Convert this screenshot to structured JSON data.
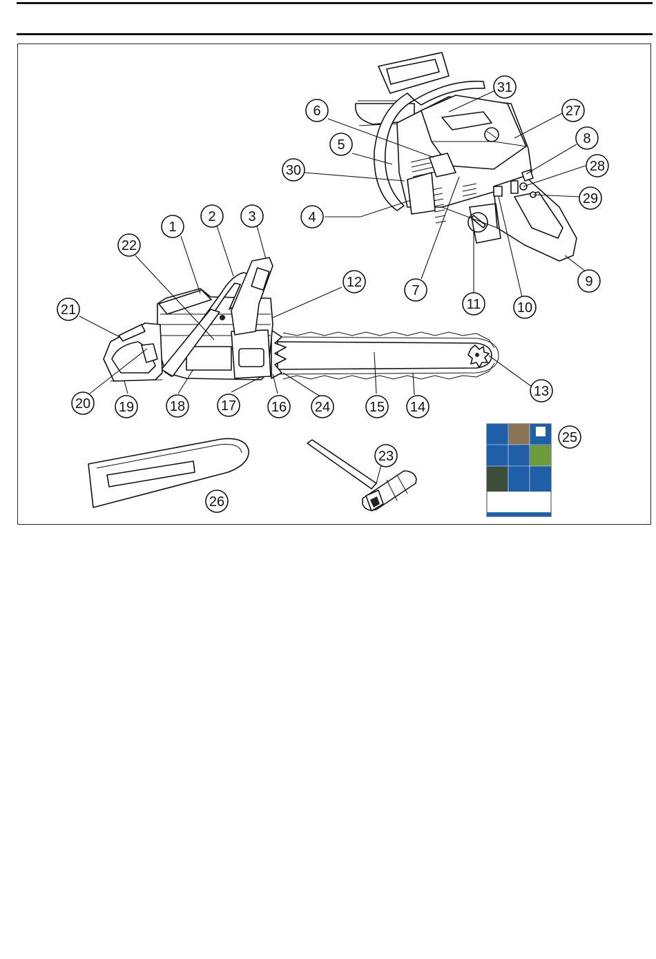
{
  "callouts": [
    {
      "label": "1"
    },
    {
      "label": "2"
    },
    {
      "label": "3"
    },
    {
      "label": "4"
    },
    {
      "label": "5"
    },
    {
      "label": "6"
    },
    {
      "label": "7"
    },
    {
      "label": "8"
    },
    {
      "label": "9"
    },
    {
      "label": "10"
    },
    {
      "label": "11"
    },
    {
      "label": "12"
    },
    {
      "label": "13"
    },
    {
      "label": "14"
    },
    {
      "label": "15"
    },
    {
      "label": "16"
    },
    {
      "label": "17"
    },
    {
      "label": "18"
    },
    {
      "label": "19"
    },
    {
      "label": "20"
    },
    {
      "label": "21"
    },
    {
      "label": "22"
    },
    {
      "label": "23"
    },
    {
      "label": "24"
    },
    {
      "label": "25"
    },
    {
      "label": "26"
    },
    {
      "label": "27"
    },
    {
      "label": "28"
    },
    {
      "label": "29"
    },
    {
      "label": "30"
    },
    {
      "label": "31"
    }
  ],
  "colors": {
    "ink": "#111111",
    "manual_blue": "#1f5fa8",
    "manual_green": "#6c9b3a"
  },
  "icons": {
    "chainsaw_top": "chainsaw-rear-view-illustration",
    "chainsaw_side": "chainsaw-side-view-illustration",
    "bar_guard": "guide-bar-cover-illustration",
    "wrench": "combination-spanner-illustration",
    "manual": "operators-manual-illustration"
  }
}
